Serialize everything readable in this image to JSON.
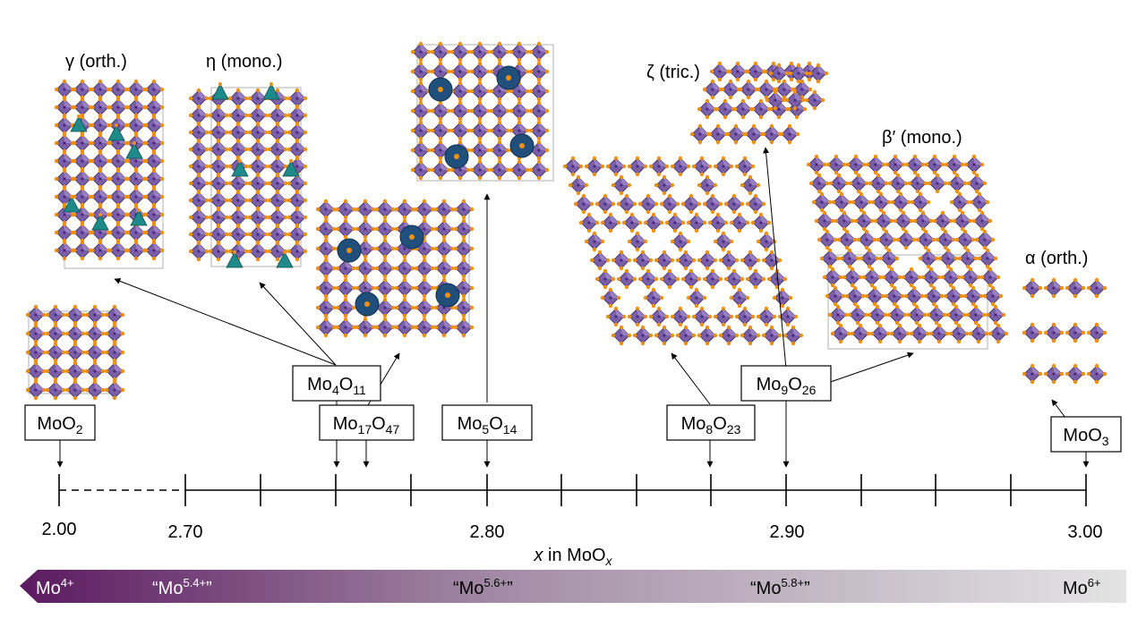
{
  "axis": {
    "title_var": "x",
    "title_text": " in MoO",
    "title_sub": "x",
    "tick_labels": [
      "2.00",
      "2.70",
      "2.80",
      "2.90",
      "3.00"
    ]
  },
  "compounds": [
    {
      "id": "moo2",
      "base": "MoO",
      "sub": "2",
      "x": 2.0
    },
    {
      "id": "mo4o11",
      "parts": [
        [
          "Mo",
          ""
        ],
        [
          "4",
          ""
        ],
        [
          "O",
          ""
        ],
        [
          "11",
          ""
        ]
      ],
      "x": 2.75
    },
    {
      "id": "mo17o47",
      "x": 2.765
    },
    {
      "id": "mo5o14",
      "x": 2.8
    },
    {
      "id": "mo8o23",
      "x": 2.875
    },
    {
      "id": "mo9o26",
      "x": 2.889
    },
    {
      "id": "moo3",
      "x": 3.0
    }
  ],
  "formulas": {
    "moo2": [
      "MoO",
      "2"
    ],
    "mo4o11": [
      "Mo",
      "4",
      "O",
      "11"
    ],
    "mo17o47": [
      "Mo",
      "17",
      "O",
      "47"
    ],
    "mo5o14": [
      "Mo",
      "5",
      "O",
      "14"
    ],
    "mo8o23": [
      "Mo",
      "8",
      "O",
      "23"
    ],
    "mo9o26": [
      "Mo",
      "9",
      "O",
      "26"
    ],
    "moo3": [
      "MoO",
      "3"
    ]
  },
  "phases": {
    "gamma": "γ (orth.)",
    "eta": "η (mono.)",
    "zeta": "ζ (tric.)",
    "beta": "β′ (mono.)",
    "alpha": "α (orth.)"
  },
  "oxidation": {
    "mo4": [
      "Mo",
      "4+"
    ],
    "mo54": [
      "“Mo",
      "5.4+",
      "”"
    ],
    "mo56": [
      "“Mo",
      "5.6+",
      "”"
    ],
    "mo58": [
      "“Mo",
      "5.8+",
      "”"
    ],
    "mo6": [
      "Mo",
      "6+"
    ]
  },
  "colors": {
    "octahedron": "#7a5fa8",
    "oxygen": "#f0900f",
    "teal": "#1f8a8a",
    "dark_blue": "#1f4f7a",
    "gradient_start": "#5c1a60",
    "gradient_end": "#e4e4e4"
  }
}
